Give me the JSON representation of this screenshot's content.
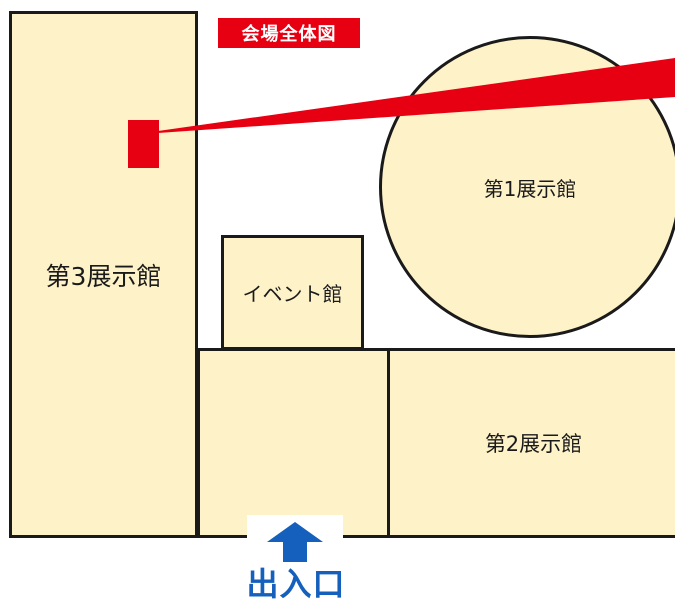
{
  "map": {
    "title": "会場全体図",
    "halls": {
      "hall3": "第3展示館",
      "hall1": "第1展示館",
      "event_hall": "イベント館",
      "hall2": "第2展示館"
    },
    "entrance_label": "出入口"
  },
  "colors": {
    "hall_fill": "#fdf2c8",
    "outline": "#1a1a1a",
    "highlight_red": "#e60012",
    "entrance_blue": "#1560bd"
  },
  "icons": {
    "entrance": "arrow-up-icon",
    "location": "location-marker"
  }
}
